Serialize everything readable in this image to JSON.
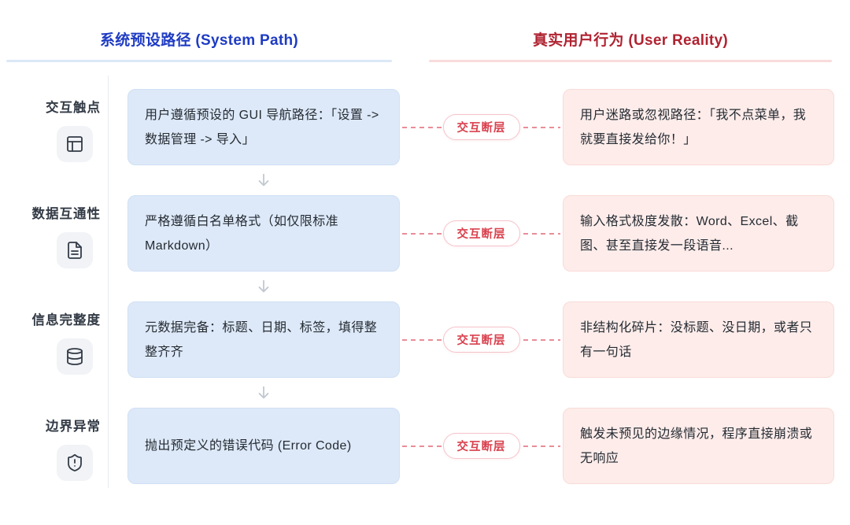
{
  "headers": {
    "left": "系统预设路径 (System Path)",
    "right": "真实用户行为 (User Reality)"
  },
  "gap_label": "交互断层",
  "rows": [
    {
      "category": "交互触点",
      "icon": "panels-layout-icon",
      "system": "用户遵循预设的 GUI 导航路径：「设置 -> 数据管理 -> 导入」",
      "reality": "用户迷路或忽视路径：「我不点菜单，我就要直接发给你！」"
    },
    {
      "category": "数据互通性",
      "icon": "file-text-icon",
      "system": "严格遵循白名单格式（如仅限标准 Markdown）",
      "reality": "输入格式极度发散：Word、Excel、截图、甚至直接发一段语音..."
    },
    {
      "category": "信息完整度",
      "icon": "database-icon",
      "system": "元数据完备：标题、日期、标签，填得整整齐齐",
      "reality": "非结构化碎片：没标题、没日期，或者只有一句话"
    },
    {
      "category": "边界异常",
      "icon": "shield-alert-icon",
      "system": "抛出预定义的错误代码 (Error Code)",
      "reality": "触发未预见的边缘情况，程序直接崩溃或无响应"
    }
  ],
  "colors": {
    "system_accent": "#1e3bc3",
    "reality_accent": "#b02331",
    "system_box_bg": "#dde9f8",
    "reality_box_bg": "#fdecea",
    "gap_badge_red": "#d9414e",
    "dash_pink": "#e98d98"
  }
}
